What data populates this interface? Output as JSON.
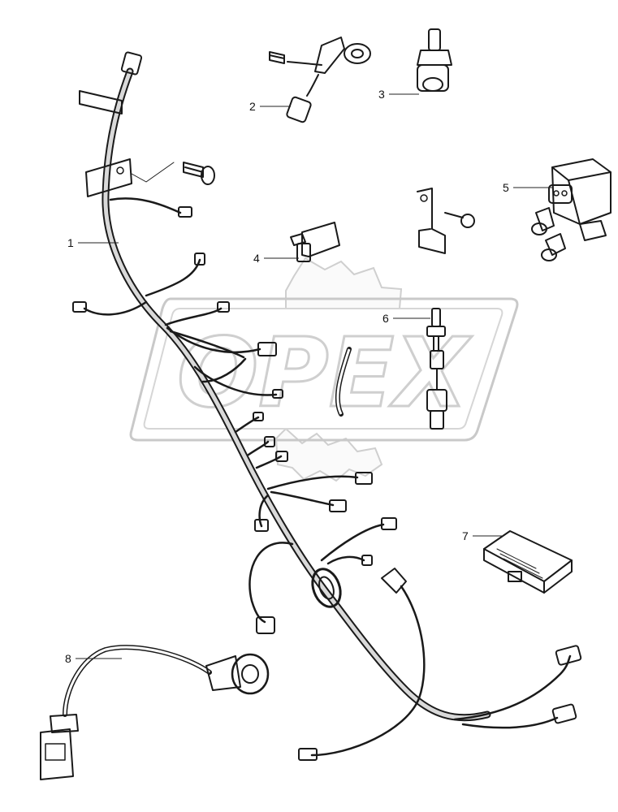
{
  "callouts": [
    {
      "id": "1",
      "label": "1"
    },
    {
      "id": "2",
      "label": "2"
    },
    {
      "id": "3",
      "label": "3"
    },
    {
      "id": "4",
      "label": "4"
    },
    {
      "id": "5",
      "label": "5"
    },
    {
      "id": "6",
      "label": "6"
    },
    {
      "id": "7",
      "label": "7"
    },
    {
      "id": "8",
      "label": "8"
    }
  ],
  "watermark": {
    "text": "OPEX"
  }
}
